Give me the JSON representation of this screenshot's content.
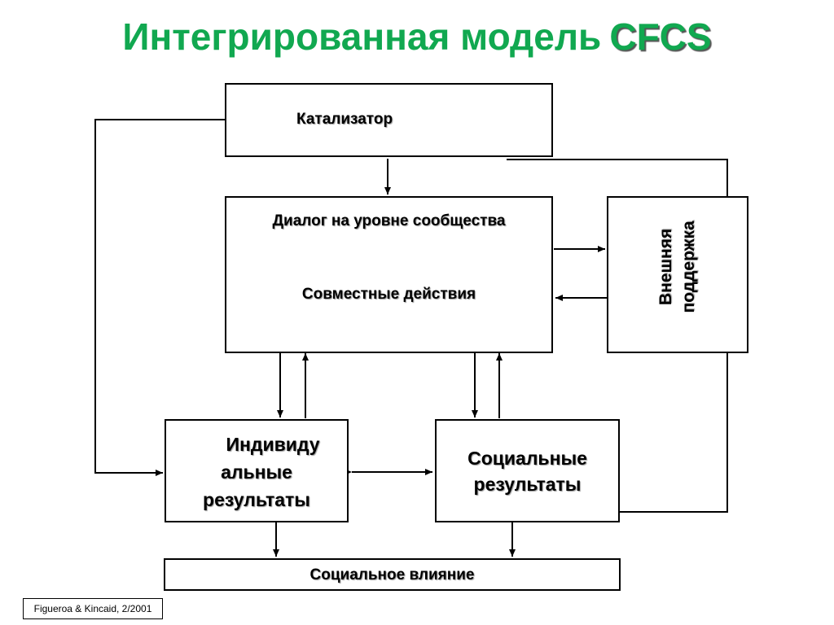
{
  "title": {
    "text": "Интегрированная модель",
    "acronym": "CFCS"
  },
  "nodes": {
    "catalyst": "Катализатор",
    "dialog": "Диалог на уровне сообщества",
    "collective_action": "Совместные действия",
    "external_support": [
      "Внешняя",
      "поддержка"
    ],
    "individual_outcomes": [
      "Индивиду",
      "альные",
      "результаты"
    ],
    "social_outcomes": [
      "Социальные",
      "результаты"
    ],
    "social_impact": "Социальное влияние"
  },
  "source": "Figueroa & Kincaid, 2/2001",
  "colors": {
    "title": "#11a850",
    "lines": "#000000"
  }
}
